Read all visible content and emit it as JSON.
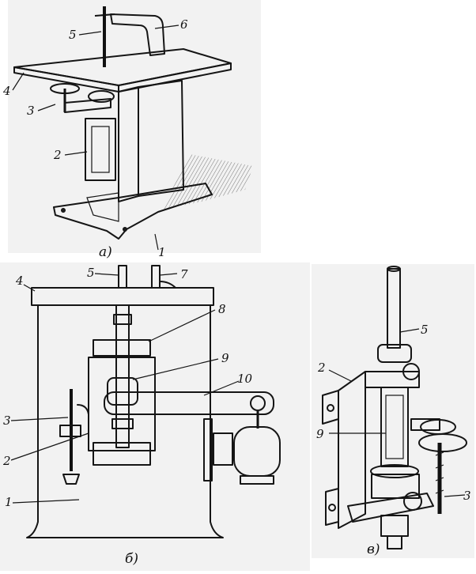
{
  "figure": {
    "captions": {
      "a": "а)",
      "b": "б)",
      "c": "в)"
    },
    "labels_a": [
      "1",
      "2",
      "3",
      "4",
      "5",
      "6"
    ],
    "labels_b": [
      "1",
      "2",
      "3",
      "4",
      "5",
      "7",
      "8",
      "9",
      "10"
    ],
    "labels_c": [
      "2",
      "3",
      "5",
      "9"
    ]
  }
}
